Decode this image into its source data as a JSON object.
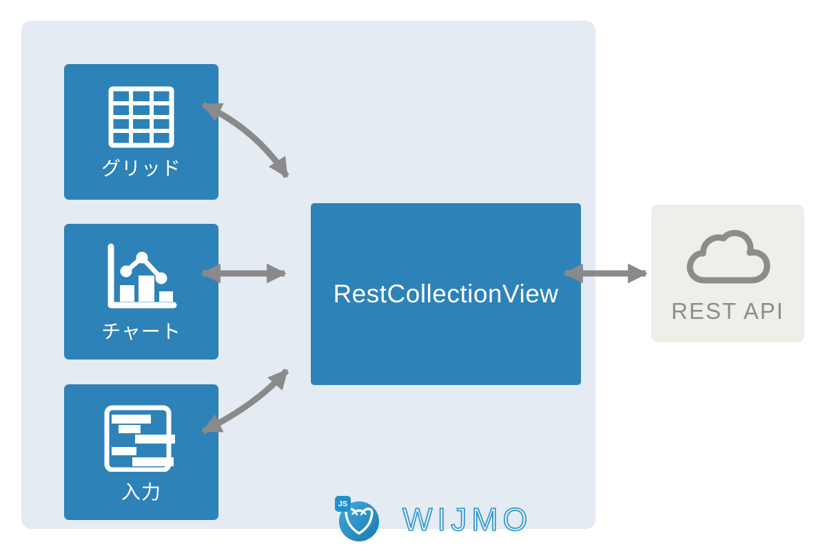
{
  "diagram": {
    "clients": [
      {
        "id": "grid",
        "label": "グリッド",
        "icon": "grid-icon"
      },
      {
        "id": "chart",
        "label": "チャート",
        "icon": "bar-chart-icon"
      },
      {
        "id": "input",
        "label": "入力",
        "icon": "form-input-icon"
      }
    ],
    "center": {
      "label": "RestCollectionView"
    },
    "remote": {
      "label": "REST API",
      "icon": "cloud-icon"
    },
    "logo": {
      "badge": "JS",
      "wordmark": "WIJMO"
    },
    "connections": [
      {
        "from": "grid",
        "to": "RestCollectionView",
        "bidirectional": true
      },
      {
        "from": "chart",
        "to": "RestCollectionView",
        "bidirectional": true
      },
      {
        "from": "input",
        "to": "RestCollectionView",
        "bidirectional": true
      },
      {
        "from": "RestCollectionView",
        "to": "REST API",
        "bidirectional": true
      }
    ],
    "colors": {
      "box_blue": "#2d82b8",
      "panel": "#e4ebf2",
      "arrow": "#8a8a8a",
      "rest_bg": "#efeee8",
      "rest_fg": "#8c8c8b",
      "wijmo_blue": "#2191c9",
      "wijmo_grad_top": "#41aadc",
      "wijmo_grad_bottom": "#1a7ab0"
    }
  }
}
